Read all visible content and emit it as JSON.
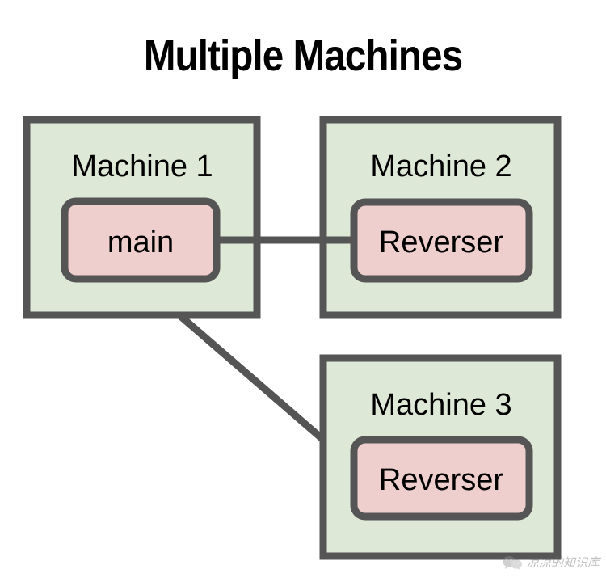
{
  "title": "Multiple Machines",
  "colors": {
    "machine_fill": "#dde8d6",
    "machine_stroke": "#555555",
    "node_fill": "#efcfcd",
    "node_stroke": "#555555",
    "connector": "#555555",
    "text": "#000000",
    "background": "#ffffff"
  },
  "machines": [
    {
      "id": "machine-1",
      "label": "Machine 1",
      "node": {
        "id": "node-main",
        "label": "main"
      }
    },
    {
      "id": "machine-2",
      "label": "Machine 2",
      "node": {
        "id": "node-reverser-2",
        "label": "Reverser"
      }
    },
    {
      "id": "machine-3",
      "label": "Machine 3",
      "node": {
        "id": "node-reverser-3",
        "label": "Reverser"
      }
    }
  ],
  "connections": [
    {
      "id": "connector-main-to-reverser-2",
      "from": "main",
      "to": "Reverser"
    },
    {
      "id": "connector-main-to-reverser-3",
      "from": "main",
      "to": "Reverser"
    }
  ],
  "watermark": {
    "text": "凉凉的知识库",
    "icon": "wechat-icon"
  }
}
